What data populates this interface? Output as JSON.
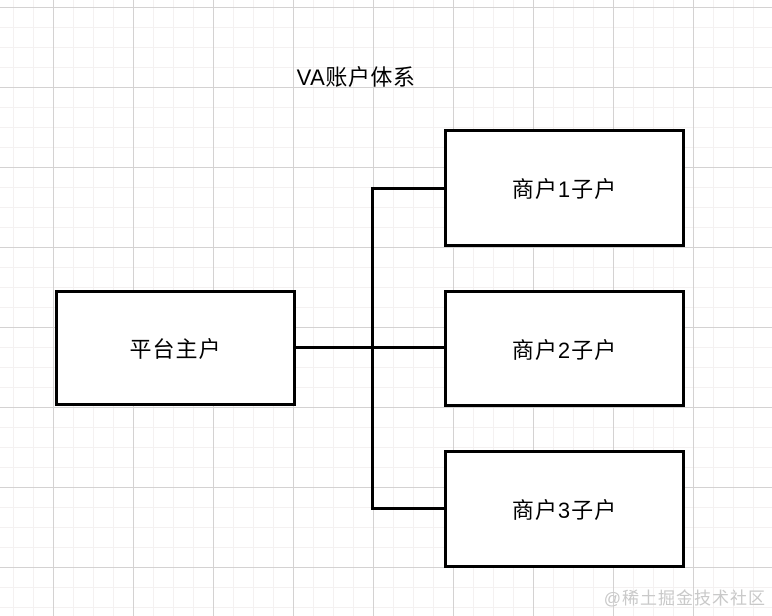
{
  "diagram": {
    "title": "VA账户体系",
    "watermark": "@稀土掘金技术社区",
    "nodes": [
      {
        "id": "platform-master",
        "label": "平台主户"
      },
      {
        "id": "merchant-1-sub",
        "label": "商户1子户"
      },
      {
        "id": "merchant-2-sub",
        "label": "商户2子户"
      },
      {
        "id": "merchant-3-sub",
        "label": "商户3子户"
      }
    ],
    "edges": [
      {
        "from": "platform-master",
        "to": "merchant-1-sub"
      },
      {
        "from": "platform-master",
        "to": "merchant-2-sub"
      },
      {
        "from": "platform-master",
        "to": "merchant-3-sub"
      }
    ],
    "colors": {
      "background": "#ffffff",
      "grid_minor": "#f4f1f1",
      "grid_major": "#d4d2d2",
      "box_border": "#000000",
      "box_fill": "#ffffff",
      "edge_line": "#000000",
      "text": "#000000",
      "watermark": "#c9c9c9"
    }
  }
}
